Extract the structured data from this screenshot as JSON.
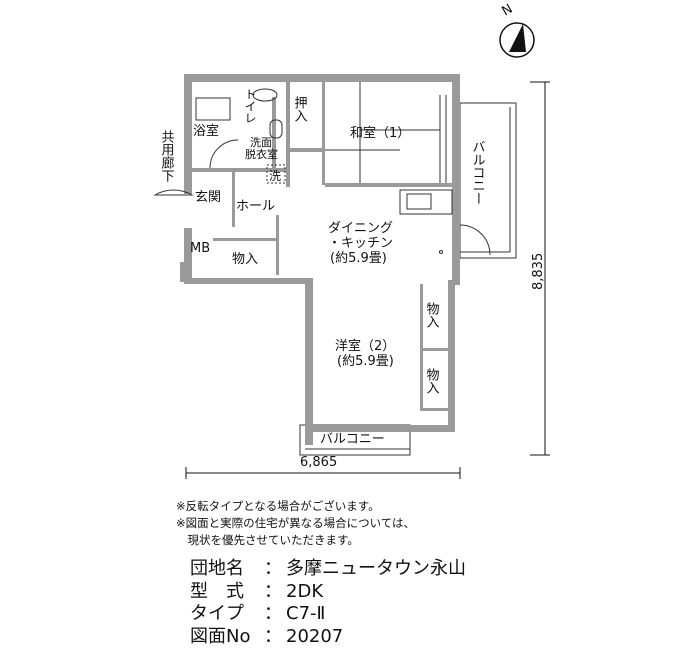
{
  "compass": {
    "label": "N"
  },
  "rooms": {
    "bath": "浴室",
    "toilet": "トイレ",
    "washroom_1": "洗面",
    "washroom_2": "脱衣室",
    "washer": "洗",
    "closet_oshiire": "押入",
    "washitsu": "和室（1）",
    "corridor": "共用廊下",
    "genkan": "玄関",
    "hall": "ホール",
    "mb": "MB",
    "storage_1": "物入",
    "dk_1": "ダイニング",
    "dk_2": "・キッチン",
    "dk_3": "(約5.9畳)",
    "youshitsu_1": "洋室（2）",
    "youshitsu_2": "(約5.9畳)",
    "storage_2": "物入",
    "storage_3": "物入",
    "balcony_east": "バルコニー",
    "balcony_south": "バルコニー"
  },
  "dimensions": {
    "width": "6,865",
    "depth": "8,835"
  },
  "notes": [
    "※反転タイプとなる場合がございます。",
    "※図面と実際の住宅が異なる場合については、",
    "　現状を優先させていただきます。"
  ],
  "info": [
    {
      "key": "団地名",
      "value": "多摩ニュータウン永山"
    },
    {
      "key": "型　式",
      "value": "2DK"
    },
    {
      "key": "タイプ",
      "value": "C7-Ⅱ"
    },
    {
      "key": "図面No",
      "value": "20207"
    }
  ],
  "colors": {
    "wall": "#9a9a9a",
    "line": "#333333"
  }
}
